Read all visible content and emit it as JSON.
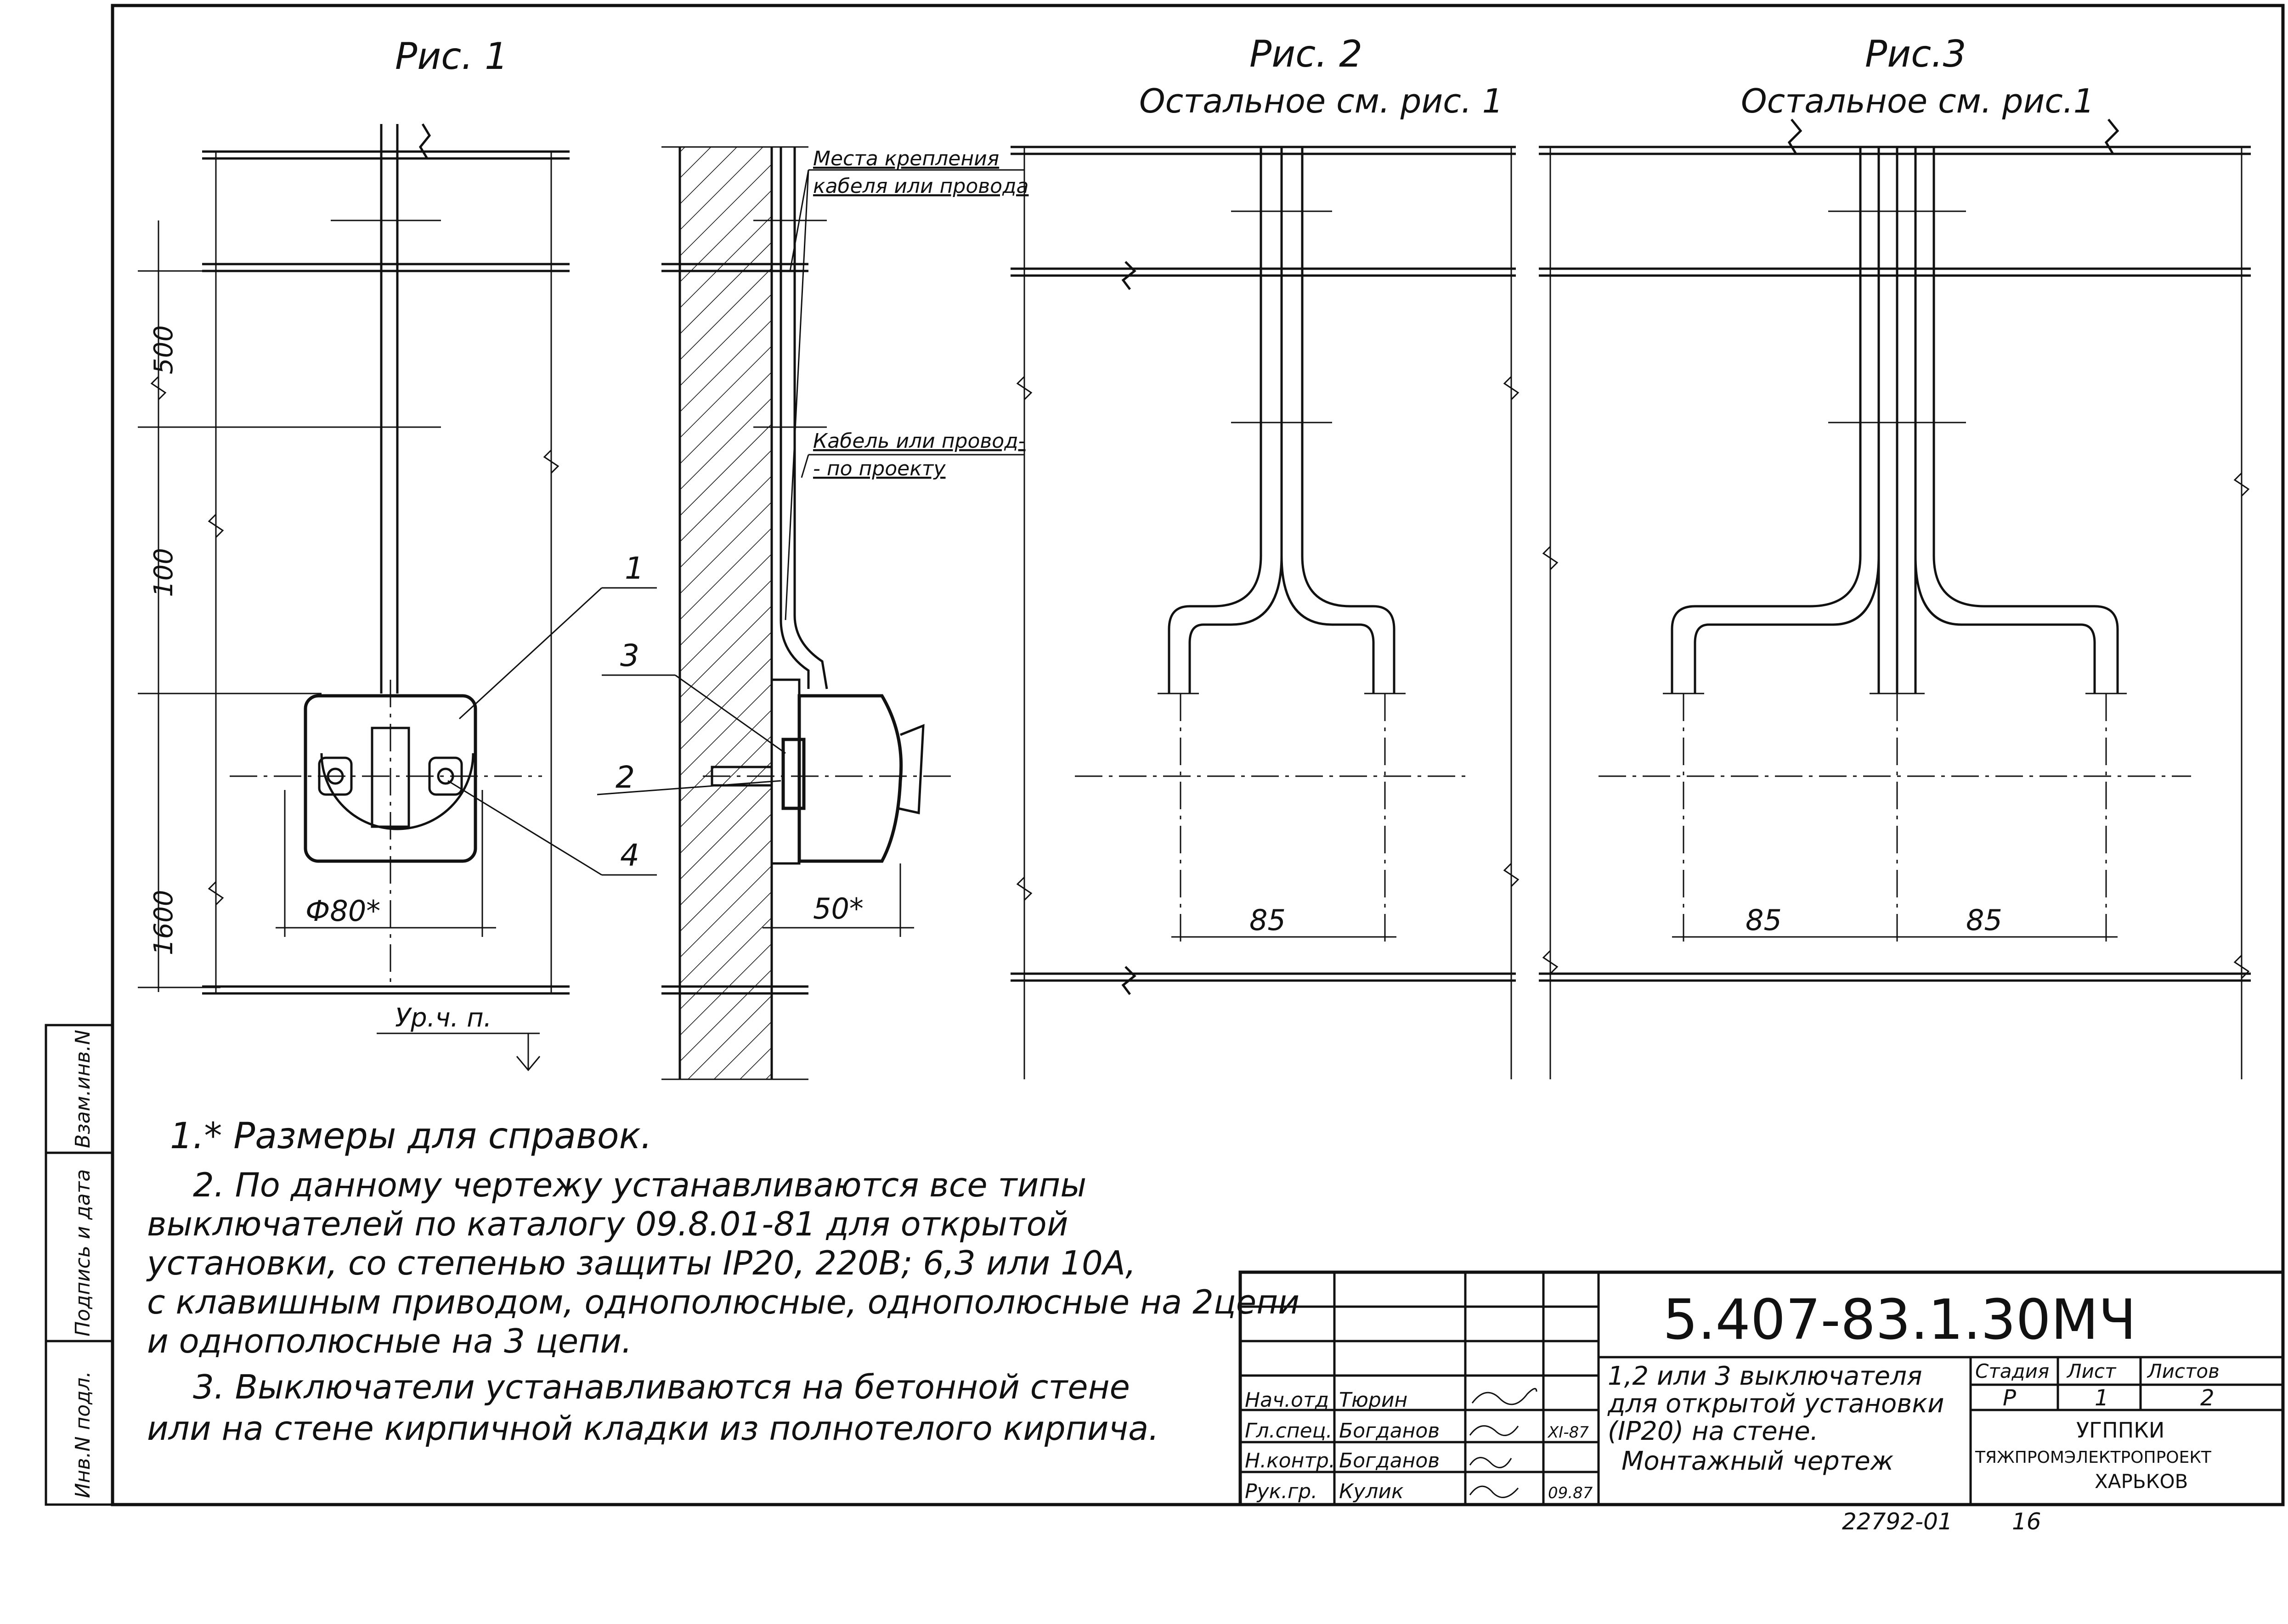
{
  "figures": {
    "fig1": {
      "title": "Рис. 1"
    },
    "fig2": {
      "title": "Рис. 2",
      "subtitle": "Остальное см. рис. 1"
    },
    "fig3": {
      "title": "Рис.3",
      "subtitle": "Остальное см. рис.1"
    }
  },
  "dimensions": {
    "d500": "500",
    "d100": "100",
    "d1600": "1600",
    "phi80": "Ф80*",
    "d50": "50*",
    "d85_fig2": "85",
    "d85_fig3_left": "85",
    "d85_fig3_right": "85"
  },
  "level_mark": "Ур.ч. п.",
  "callouts": {
    "c1": "1",
    "c2": "2",
    "c3": "3",
    "c4": "4"
  },
  "annotations": {
    "mount_line1": "Места крепления",
    "mount_line2": "кабеля или провода",
    "cable_line1": "Кабель или провод-",
    "cable_line2": "- по проекту"
  },
  "notes": [
    "1.* Размеры для справок.",
    "2. По данному чертежу устанавливаются все типы",
    "выключателей по каталогу 09.8.01-81 для открытой",
    "установки, со степенью защиты IP20, 220В; 6,3 или 10А,",
    "с клавишным приводом, однополюсные, однополюсные на 2цепи",
    "и однополюсные на 3 цепи.",
    "3. Выключатели устанавливаются на бетонной стене",
    "или на стене кирпичной кладки из полнотелого кирпича."
  ],
  "side_stamp": [
    "Инв.N подл.",
    "Подпись и дата",
    "Взам.инв.N"
  ],
  "title_block": {
    "doc_code": "5.407-83.1.30МЧ",
    "title_lines": [
      "1,2 или 3 выключателя",
      "для открытой установки",
      "(IP20) на стене.",
      "Монтажный чертеж"
    ],
    "stage_label": "Стадия",
    "sheet_label": "Лист",
    "sheets_label": "Листов",
    "stage": "Р",
    "sheet": "1",
    "sheets": "2",
    "org_lines": [
      "УГППКИ",
      "ТЯЖПРОМЭЛЕКТРОПРОЕКТ",
      "ХАРЬКОВ"
    ],
    "signatures": [
      {
        "role": "Нач.отд",
        "name": "Тюрин",
        "date": ""
      },
      {
        "role": "Гл.спец.",
        "name": "Богданов",
        "date": "XI-87"
      },
      {
        "role": "Н.контр.",
        "name": "Богданов",
        "date": ""
      },
      {
        "role": "Рук.гр.",
        "name": "Кулик",
        "date": "09.87"
      }
    ]
  },
  "footer": {
    "number": "22792-01",
    "page": "16"
  }
}
